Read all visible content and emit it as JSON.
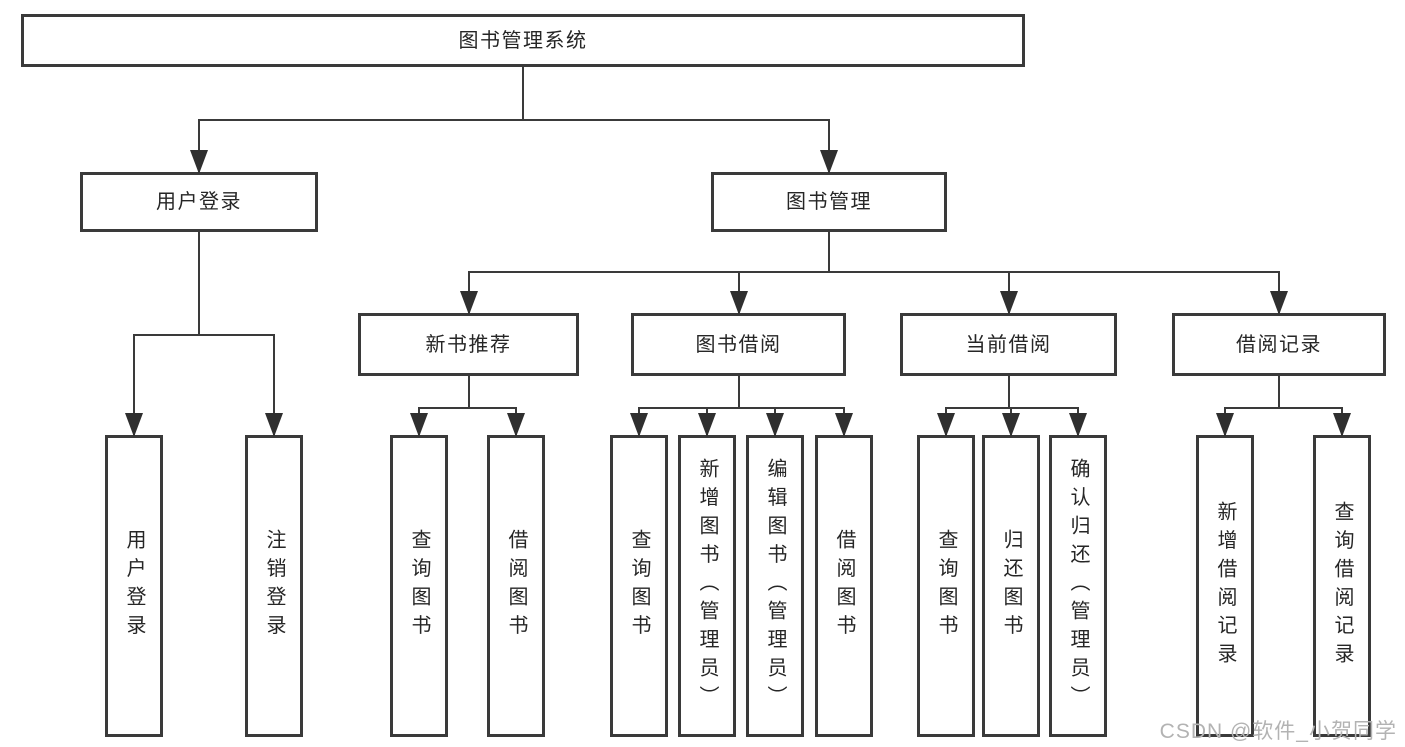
{
  "diagram": {
    "title": "图书管理系统",
    "type": "hierarchy-tree"
  },
  "colors": {
    "line": "#3a3a3a",
    "arrow": "#2f2f2f",
    "text": "#262626",
    "background": "#ffffff",
    "watermark": "#b3b3b3"
  },
  "watermark": {
    "text": "CSDN @软件_小贺同学"
  },
  "nodes": [
    {
      "id": "root",
      "label": "图书管理系统",
      "parent": null,
      "orientation": "horizontal"
    },
    {
      "id": "user-login",
      "label": "用户登录",
      "parent": "root",
      "orientation": "horizontal"
    },
    {
      "id": "book-mgmt",
      "label": "图书管理",
      "parent": "root",
      "orientation": "horizontal"
    },
    {
      "id": "new-book-rec",
      "label": "新书推荐",
      "parent": "book-mgmt",
      "orientation": "horizontal"
    },
    {
      "id": "book-borrow",
      "label": "图书借阅",
      "parent": "book-mgmt",
      "orientation": "horizontal"
    },
    {
      "id": "current-borrow",
      "label": "当前借阅",
      "parent": "book-mgmt",
      "orientation": "horizontal"
    },
    {
      "id": "borrow-records",
      "label": "借阅记录",
      "parent": "book-mgmt",
      "orientation": "horizontal"
    },
    {
      "id": "leaf-user-login",
      "label": "用户登录",
      "parent": "user-login",
      "orientation": "vertical"
    },
    {
      "id": "leaf-logout",
      "label": "注销登录",
      "parent": "user-login",
      "orientation": "vertical"
    },
    {
      "id": "leaf-nbr-query",
      "label": "查询图书",
      "parent": "new-book-rec",
      "orientation": "vertical"
    },
    {
      "id": "leaf-nbr-borrow",
      "label": "借阅图书",
      "parent": "new-book-rec",
      "orientation": "vertical"
    },
    {
      "id": "leaf-bb-query",
      "label": "查询图书",
      "parent": "book-borrow",
      "orientation": "vertical"
    },
    {
      "id": "leaf-bb-add",
      "label": "新增图书（管理员）",
      "parent": "book-borrow",
      "orientation": "vertical"
    },
    {
      "id": "leaf-bb-edit",
      "label": "编辑图书（管理员）",
      "parent": "book-borrow",
      "orientation": "vertical"
    },
    {
      "id": "leaf-bb-borrow",
      "label": "借阅图书",
      "parent": "book-borrow",
      "orientation": "vertical"
    },
    {
      "id": "leaf-cb-query",
      "label": "查询图书",
      "parent": "current-borrow",
      "orientation": "vertical"
    },
    {
      "id": "leaf-cb-return",
      "label": "归还图书",
      "parent": "current-borrow",
      "orientation": "vertical"
    },
    {
      "id": "leaf-cb-confirm",
      "label": "确认归还（管理员）",
      "parent": "current-borrow",
      "orientation": "vertical"
    },
    {
      "id": "leaf-br-add",
      "label": "新增借阅记录",
      "parent": "borrow-records",
      "orientation": "vertical"
    },
    {
      "id": "leaf-br-query",
      "label": "查询借阅记录",
      "parent": "borrow-records",
      "orientation": "vertical"
    }
  ]
}
